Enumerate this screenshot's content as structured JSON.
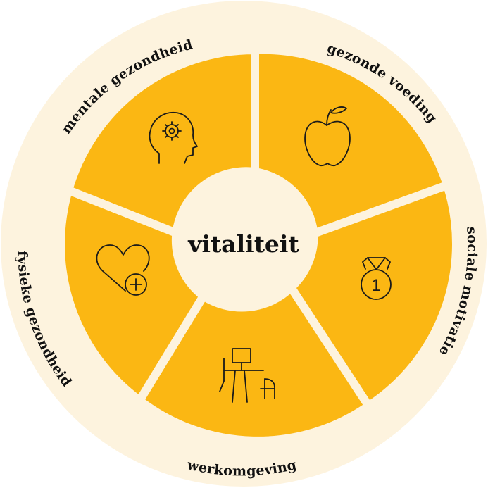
{
  "diagram": {
    "center_label": "vitaliteit",
    "colors": {
      "segment": "#fbb713",
      "outer_ring": "#fdf3de",
      "center": "#fdf3de",
      "text": "#111111"
    },
    "segments": [
      {
        "label": "gezonde voeding",
        "icon": "apple-icon"
      },
      {
        "label": "sociale motivatie",
        "icon": "medal-icon"
      },
      {
        "label": "werkomgeving",
        "icon": "desk-workstation-icon"
      },
      {
        "label": "fysieke gezondheid",
        "icon": "heart-plus-icon"
      },
      {
        "label": "mentale gezondheid",
        "icon": "head-gear-icon"
      }
    ]
  }
}
